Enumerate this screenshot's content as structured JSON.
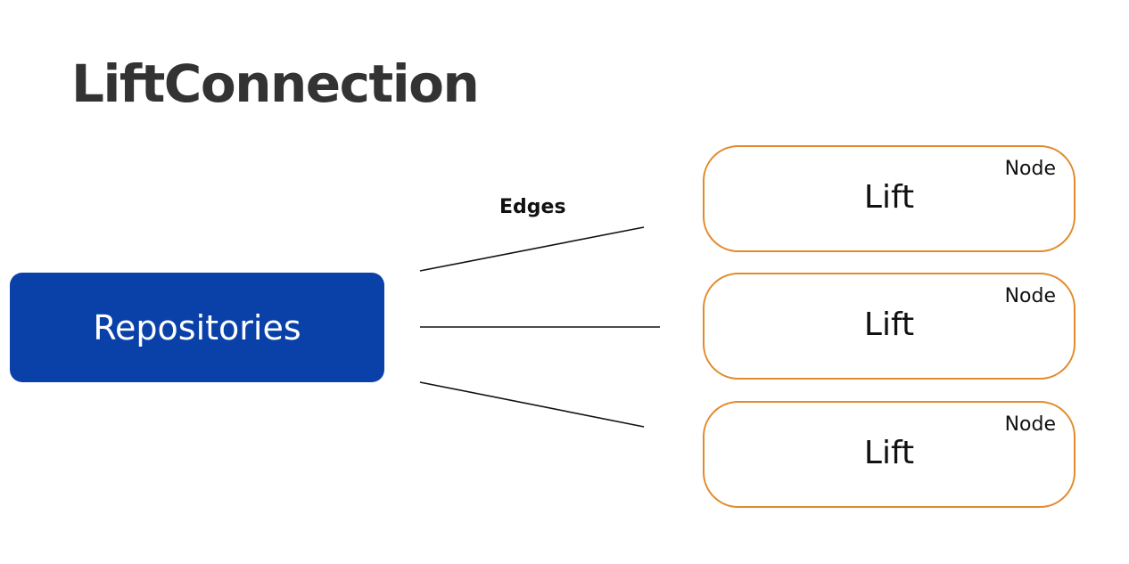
{
  "title": "LiftConnection",
  "source": {
    "label": "Repositories",
    "color": "#0a41a8"
  },
  "edges_label": "Edges",
  "node_border_color": "#e28a2b",
  "nodes": [
    {
      "label": "Lift",
      "tag": "Node"
    },
    {
      "label": "Lift",
      "tag": "Node"
    },
    {
      "label": "Lift",
      "tag": "Node"
    }
  ]
}
